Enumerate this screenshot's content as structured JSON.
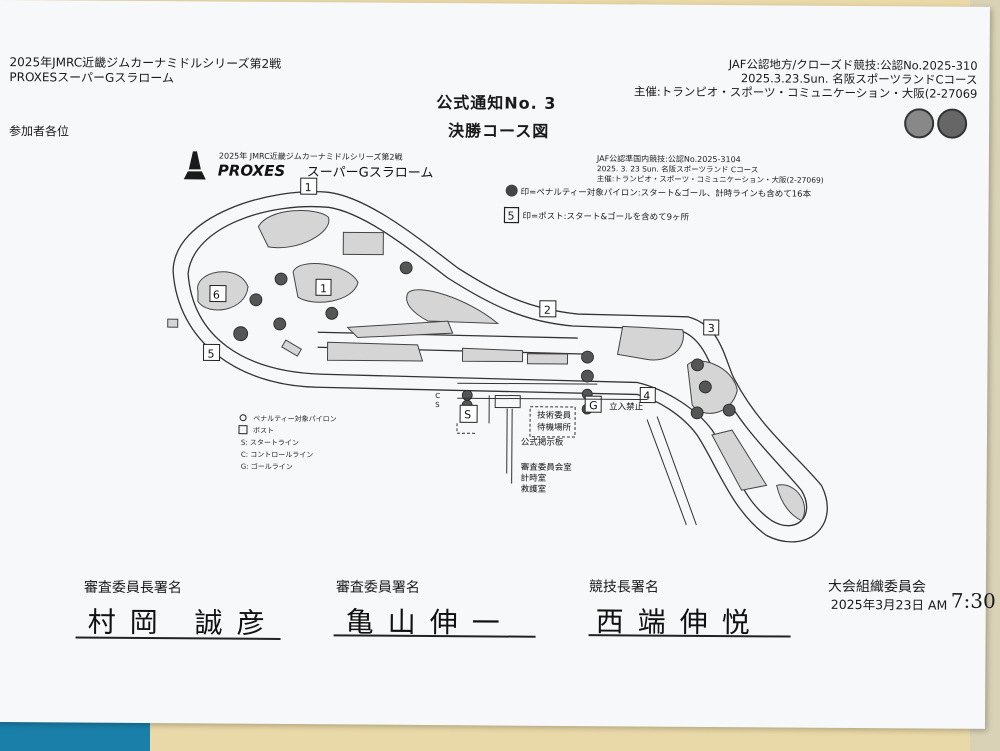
{
  "header_left": {
    "line1": "2025年JMRC近畿ジムカーナミドルシリーズ第2戦",
    "line2": "PROXESスーパーGスラローム"
  },
  "header_right": {
    "line1": "JAF公認地方/クローズド競技:公認No.2025-310",
    "line2": "2025.3.23.Sun.  名阪スポーツランドCコース",
    "line3": "主催:トランピオ・スポーツ・コミュニケーション・大阪(2-27069"
  },
  "title": {
    "line1": "公式通知No. 3",
    "line2": "決勝コース図"
  },
  "addressee": "参加者各位",
  "map": {
    "event_small": "2025年 JMRC近畿ジムカーナミドルシリーズ第2戦",
    "brand": "PROXES",
    "event_name": "スーパーGスラローム",
    "info1": "JAF公認準国内競技:公認No.2025-3104",
    "info2": "2025. 3. 23 Sun.  名阪スポーツランド Cコース",
    "info3": "主催:トランピオ・スポーツ・コミュニケーション・大阪(2-27069)",
    "legend_pylon": "印=ペナルティー対象パイロン:スタート&ゴール、計時ラインも含めて16本",
    "legend_post": "印=ポスト:スタート&ゴールを含めて9ヶ所",
    "key": [
      "ペナルティー対象パイロン",
      "ポスト",
      "S: スタートライン",
      "C: コントロールライン",
      "G: ゴールライン"
    ],
    "label_tech": "技術委員",
    "label_wait": "待機場所",
    "label_board": "公式掲示板",
    "label_rooms": [
      "審査委員会室",
      "計時室",
      "救護室"
    ],
    "label_noentry": "立入禁止",
    "letters": {
      "s": "S",
      "g": "G",
      "c": "C"
    },
    "posts": [
      "1",
      "2",
      "3",
      "4",
      "5",
      "6"
    ]
  },
  "signatures": [
    {
      "label": "審査委員長署名",
      "name": "村岡 誠彦"
    },
    {
      "label": "審査委員署名",
      "name": "亀山伸一"
    },
    {
      "label": "競技長署名",
      "name": "西端伸悦"
    }
  ],
  "committee": {
    "label": "大会組織委員会",
    "date": "2025年3月23日 AM",
    "time": "7:30"
  }
}
